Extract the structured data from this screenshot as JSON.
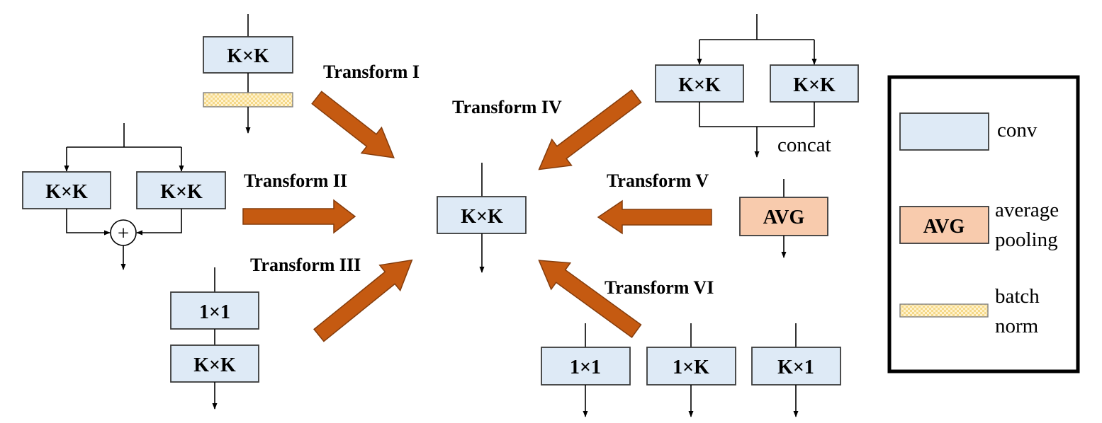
{
  "labels": {
    "conv_kk": "K×K",
    "conv_11": "1×1",
    "conv_1k": "1×K",
    "conv_k1": "K×1",
    "avg": "AVG",
    "plus": "+",
    "concat": "concat"
  },
  "transforms": {
    "t1": "Transform I",
    "t2": "Transform II",
    "t3": "Transform III",
    "t4": "Transform IV",
    "t5": "Transform V",
    "t6": "Transform VI"
  },
  "legend": {
    "conv": "conv",
    "avg_box": "AVG",
    "avg_line1": "average",
    "avg_line2": "pooling",
    "bn_line1": "batch",
    "bn_line2": "norm"
  },
  "colors": {
    "conv_fill": "#deeaf6",
    "avg_fill": "#f8cbad",
    "bn_fill": "#fff2cc",
    "arrow_fill": "#c55a11"
  }
}
